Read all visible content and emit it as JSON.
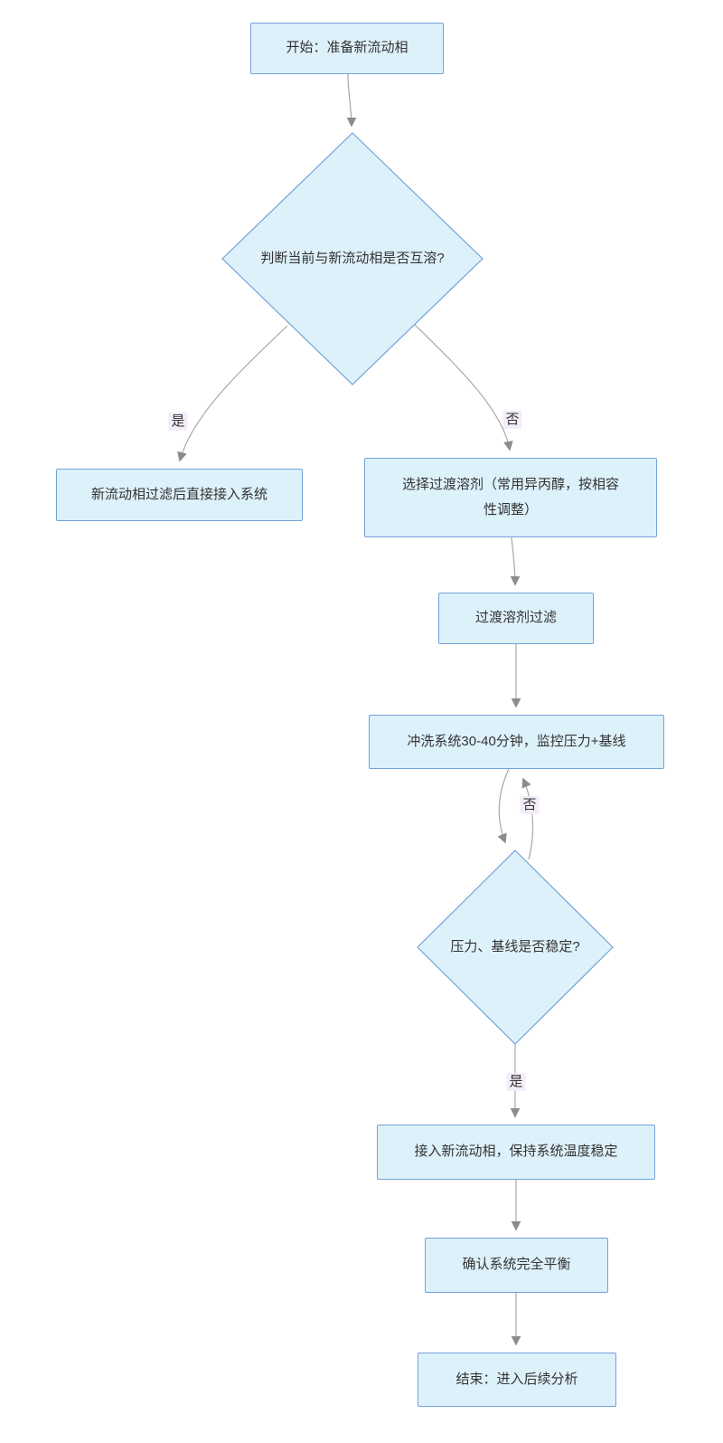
{
  "diagram": {
    "type": "flowchart",
    "direction": "top-down",
    "nodes": {
      "start": {
        "label": "开始：准备新流动相",
        "shape": "rect"
      },
      "miscible": {
        "label": "判断当前与新流动相是否互溶?",
        "shape": "diamond"
      },
      "direct": {
        "label": "新流动相过滤后直接接入系统",
        "shape": "rect"
      },
      "transition": {
        "label": "选择过渡溶剂（常用异丙醇，按相容性调整）",
        "shape": "rect"
      },
      "filter": {
        "label": "过渡溶剂过滤",
        "shape": "rect"
      },
      "flush": {
        "label": "冲洗系统30-40分钟，监控压力+基线",
        "shape": "rect"
      },
      "stable": {
        "label": "压力、基线是否稳定?",
        "shape": "diamond"
      },
      "connect": {
        "label": "接入新流动相，保持系统温度稳定",
        "shape": "rect"
      },
      "confirm": {
        "label": "确认系统完全平衡",
        "shape": "rect"
      },
      "end": {
        "label": "结束：进入后续分析",
        "shape": "rect"
      }
    },
    "edges": [
      {
        "from": "start",
        "to": "miscible",
        "label": ""
      },
      {
        "from": "miscible",
        "to": "direct",
        "label": "是"
      },
      {
        "from": "miscible",
        "to": "transition",
        "label": "否"
      },
      {
        "from": "transition",
        "to": "filter",
        "label": ""
      },
      {
        "from": "filter",
        "to": "flush",
        "label": ""
      },
      {
        "from": "flush",
        "to": "stable",
        "label": ""
      },
      {
        "from": "stable",
        "to": "flush",
        "label": "否"
      },
      {
        "from": "stable",
        "to": "connect",
        "label": "是"
      },
      {
        "from": "connect",
        "to": "confirm",
        "label": ""
      },
      {
        "from": "confirm",
        "to": "end",
        "label": ""
      }
    ],
    "colors": {
      "node_fill": "#ddf1fb",
      "node_border": "#73a2d8",
      "edge_line": "#a8a8a8",
      "arrowhead": "#8c8c8c",
      "label_bg": "#f4ecf8",
      "text": "#333333",
      "background": "#ffffff"
    }
  }
}
